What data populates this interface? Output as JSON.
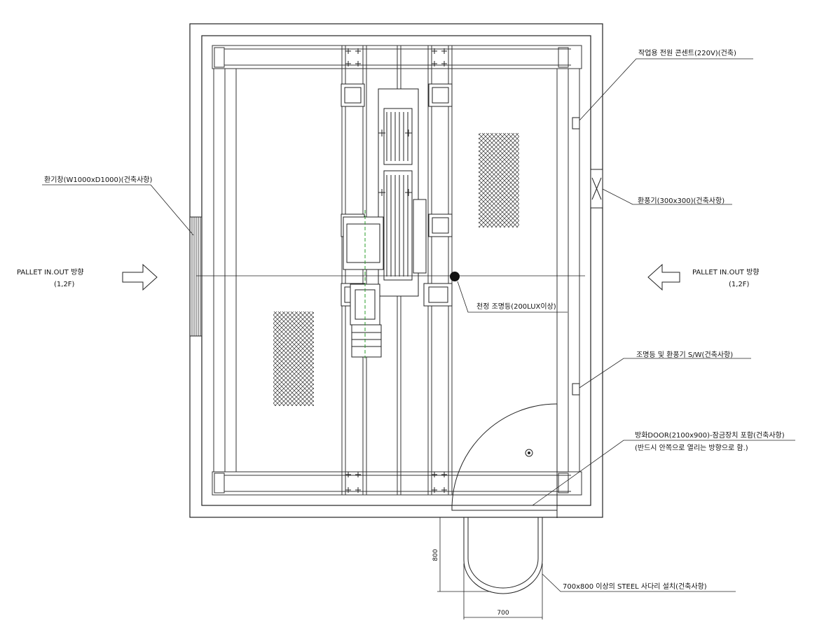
{
  "labels": {
    "outlet": "작업용 전원 콘센트(220V)(건축)",
    "vent_window": "환기창(W1000xD1000)(건축사항)",
    "exhaust_fan": "환풍기(300x300)(건축사항)",
    "pallet_left_1": "PALLET IN.OUT 방향",
    "pallet_left_2": "(1,2F)",
    "pallet_right_1": "PALLET IN.OUT 방향",
    "pallet_right_2": "(1,2F)",
    "ceiling_light": "천정 조명등(200LUX이상)",
    "light_switch": "조명등 및 환풍기 S/W(건축사항)",
    "door_1": "방화DOOR(2100x900)-잠금장치 포함(건축사항)",
    "door_2": "(반드시 안쪽으로 열리는 방향으로 함.)",
    "ladder": "700x800 이상의 STEEL 사다리 설치(건축사항)"
  },
  "dimensions": {
    "ladder_depth": "800",
    "ladder_width": "700"
  }
}
